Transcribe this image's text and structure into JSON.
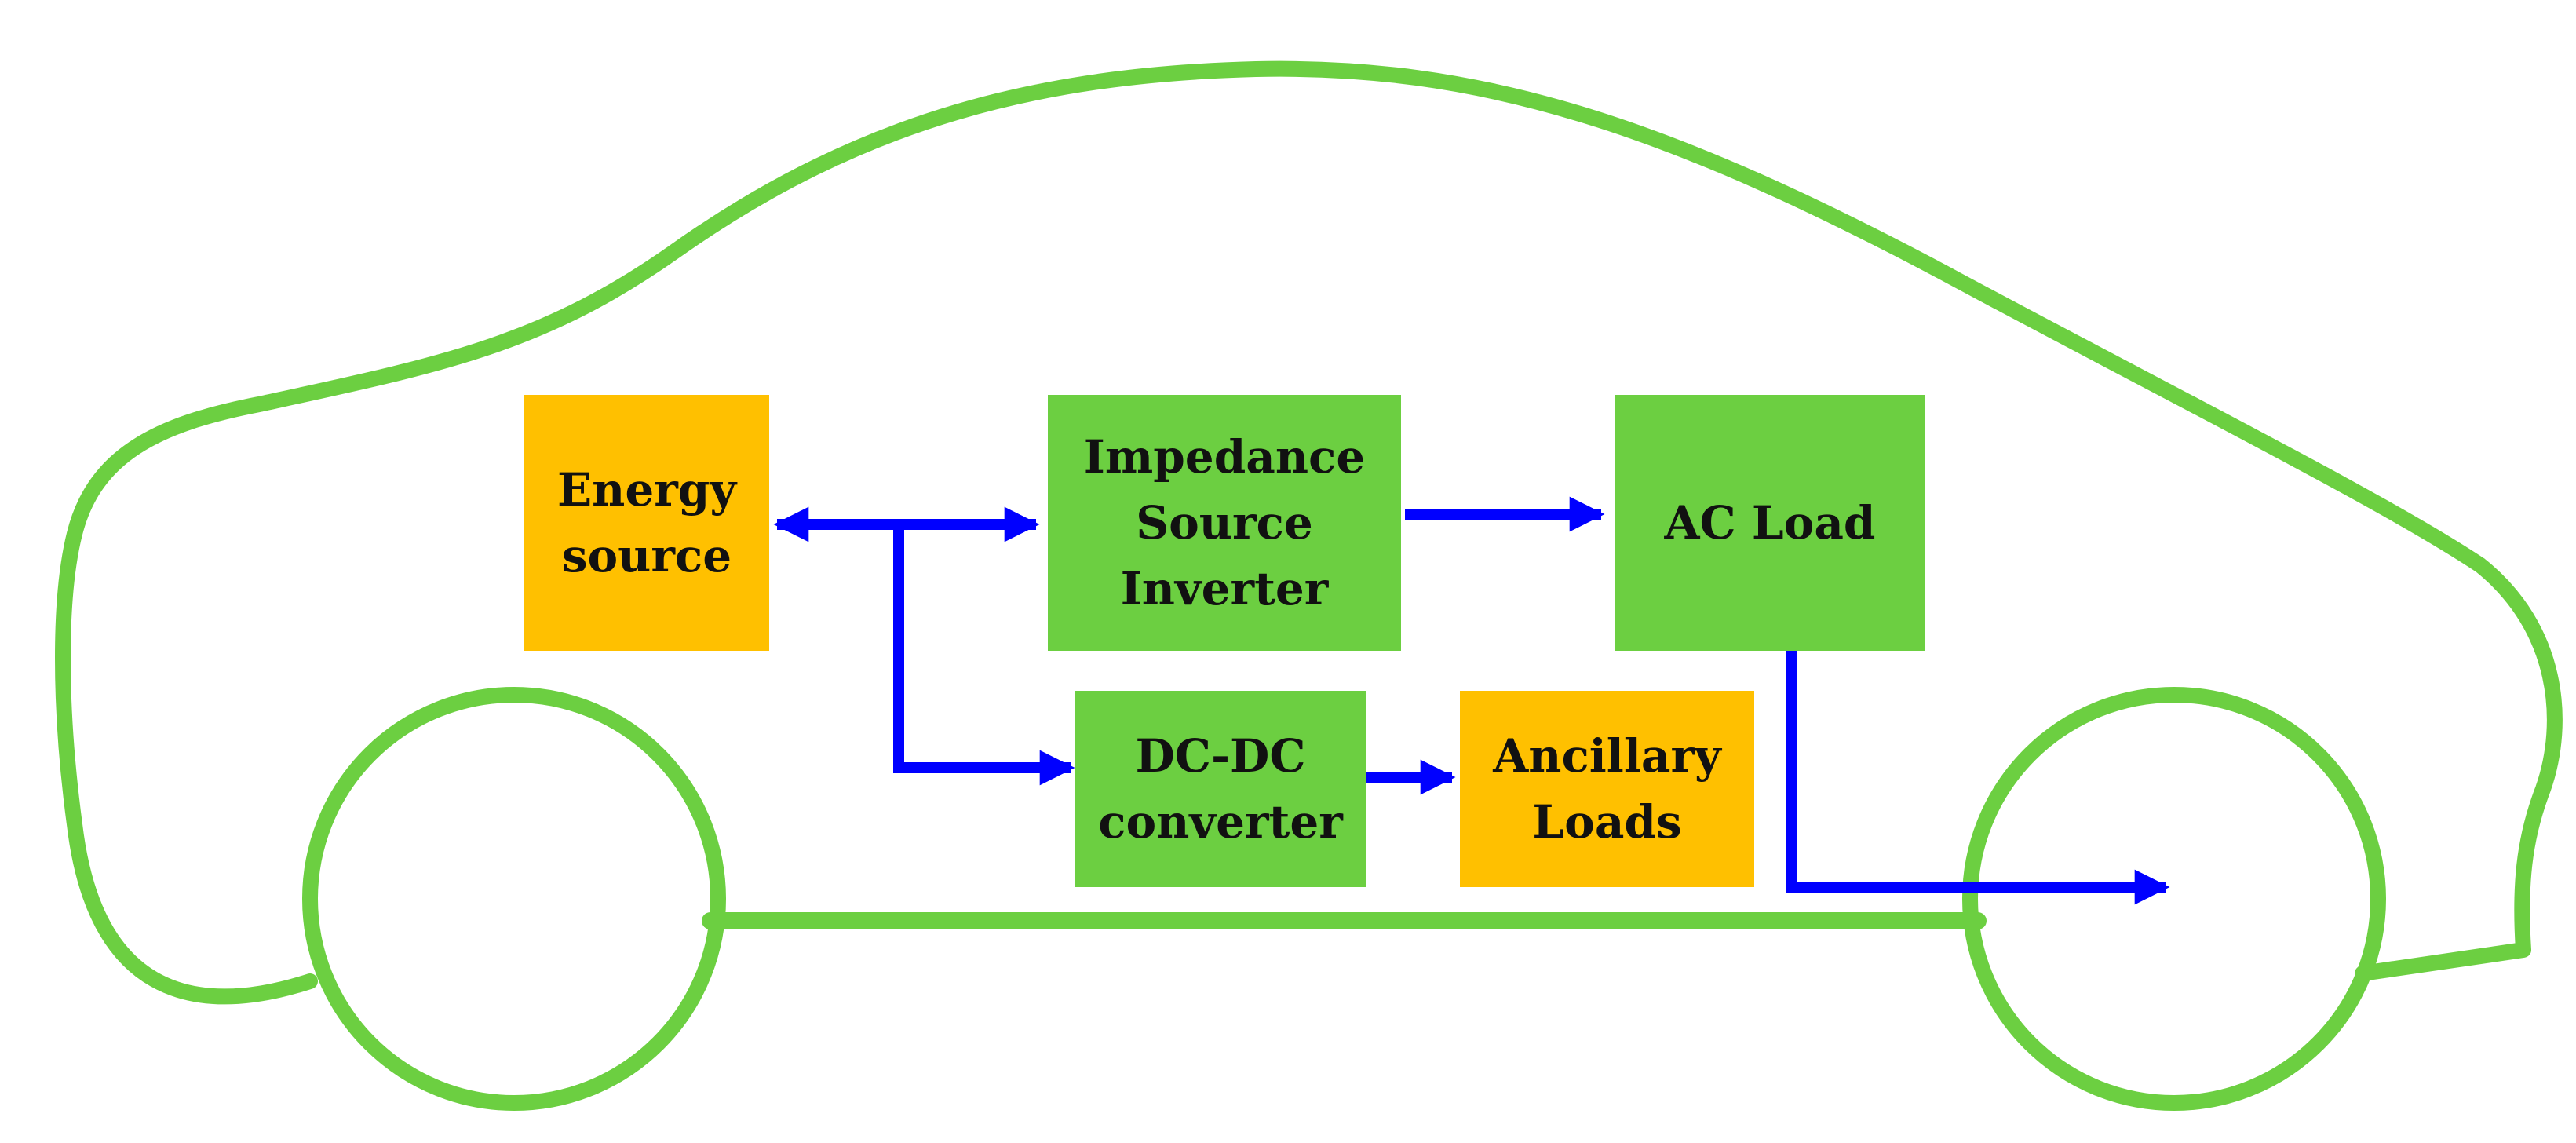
{
  "colors": {
    "outline": "#6ccf41",
    "box_green": "#6ccf41",
    "box_orange": "#ffc000",
    "arrow": "#0000ff"
  },
  "blocks": {
    "energy_source": "Energy\nsource",
    "inverter": "Impedance\nSource\nInverter",
    "ac_load": "AC Load",
    "dcdc": "DC-DC\nconverter",
    "ancillary": "Ancillary\nLoads"
  }
}
